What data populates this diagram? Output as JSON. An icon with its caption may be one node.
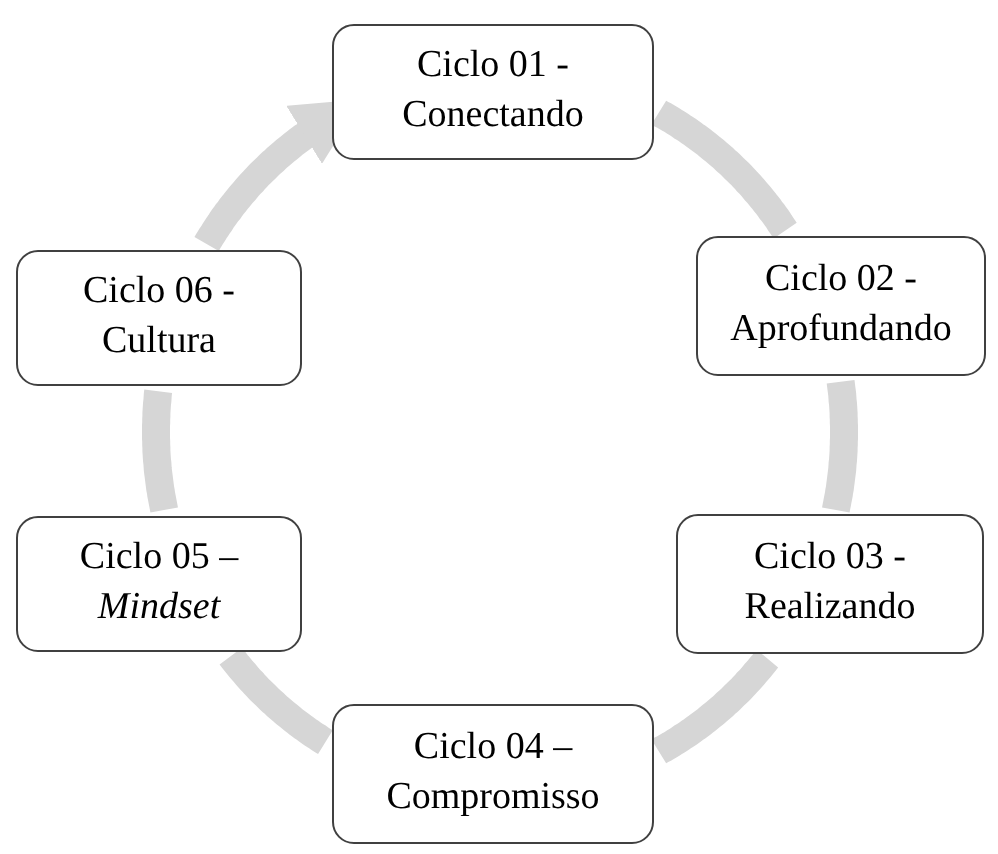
{
  "diagram": {
    "nodes": [
      {
        "text": [
          "Ciclo 01 - Conectando"
        ]
      },
      {
        "text": [
          "Ciclo 02 - Aprofundando"
        ]
      },
      {
        "text": [
          "Ciclo 03 - Realizando"
        ]
      },
      {
        "text": [
          "Ciclo 04 – Compromisso"
        ]
      },
      {
        "text": [
          "Ciclo 05 – *Mindset*"
        ]
      },
      {
        "text": [
          "Ciclo 06 - Cultura"
        ]
      }
    ],
    "edges": [
      {
        "from": 0,
        "to": 1,
        "arrow": "none"
      },
      {
        "from": 1,
        "to": 2,
        "arrow": "none"
      },
      {
        "from": 2,
        "to": 3,
        "arrow": "none"
      },
      {
        "from": 3,
        "to": 4,
        "arrow": "none"
      },
      {
        "from": 4,
        "to": 5,
        "arrow": "none"
      },
      {
        "from": 5,
        "to": 0,
        "arrow": "to"
      }
    ]
  }
}
